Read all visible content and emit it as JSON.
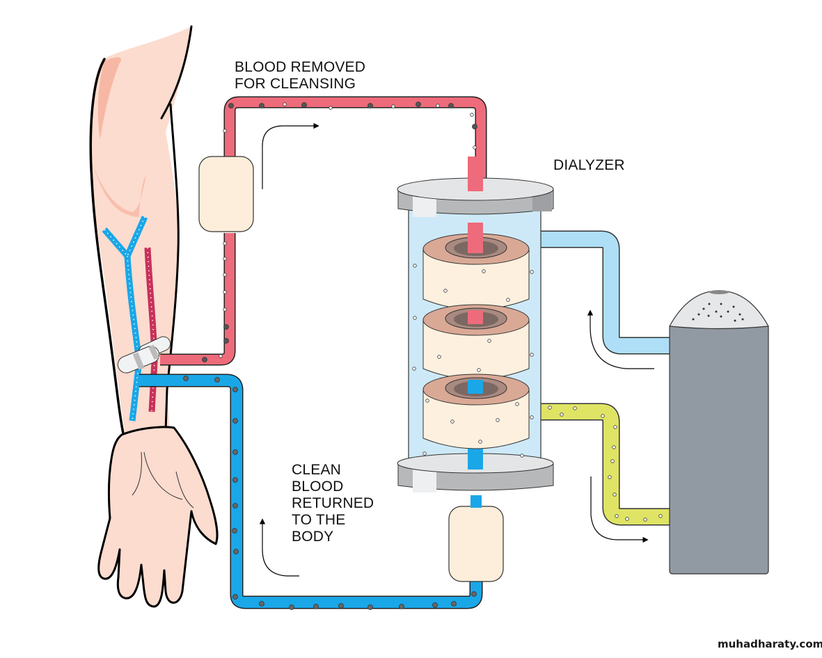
{
  "diagram": {
    "title": "Hemodialysis circuit",
    "labels": {
      "blood_removed": "BLOOD REMOVED\nFOR CLEANSING",
      "dialyzer": "DIALYZER",
      "clean_blood": "CLEAN\nBLOOD\nRETURNED\nTO THE\nBODY"
    },
    "watermark": "muhadharaty.com",
    "components": [
      "arm",
      "hand",
      "vein",
      "artery",
      "needle-tape",
      "arterial-line",
      "venous-line",
      "pump-top",
      "pump-bottom",
      "dialyzer",
      "dialysate-inflow-tube",
      "dialysate-outflow-tube",
      "dialysis-machine"
    ],
    "flow_arrows": [
      "arterial-flow-right",
      "venous-flow-up",
      "dialysate-in-up",
      "dialysate-out-right"
    ],
    "colors": {
      "arterial_blood": "#ee6b7b",
      "venous_blood": "#1aa7e8",
      "artery_vessel": "#c8325a",
      "dialysate_fresh": "#aedff7",
      "dialysate_used": "#dfe465",
      "skin": "#fcdccf",
      "skin_shade": "#f6b8a4",
      "pump": "#fdeedb",
      "dialyzer_cap": "#b7b8ba",
      "dialyzer_cap_top": "#e4e5e6",
      "dialyzer_shell": "#cde9f8",
      "membrane_disk": "#fdf0de",
      "membrane_rim": "#d9a996",
      "membrane_core": "#7c6862",
      "machine": "#919aa3",
      "machine_top": "#e6e7e8"
    }
  }
}
